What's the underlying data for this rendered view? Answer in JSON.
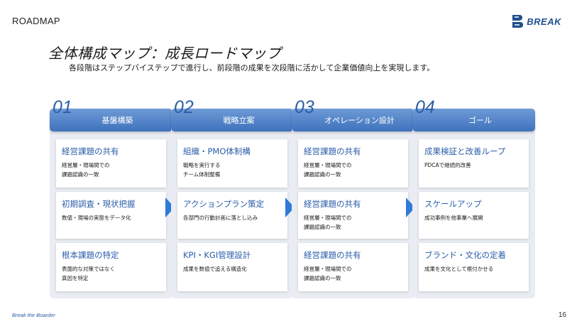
{
  "header": {
    "section_label": "ROADMAP",
    "brand_name": "BREAK"
  },
  "title": "全体構成マップ：成長ロードマップ",
  "subtitle": "各段階はステップバイステップで進行し、前段階の成果を次段階に活かして企業価値向上を実現します。",
  "phases": [
    {
      "number": "01",
      "label": "基盤構築",
      "cards": [
        {
          "title": "経営課題の共有",
          "desc": "経営層・現場間での\n課題認識の一致"
        },
        {
          "title": "初期調査・現状把握",
          "desc": "数値・現場の実態をデータ化"
        },
        {
          "title": "根本課題の特定",
          "desc": "表面的な対策ではなく\n真因を特定"
        }
      ]
    },
    {
      "number": "02",
      "label": "戦略立案",
      "cards": [
        {
          "title": "組織・PMO体制構",
          "desc": "戦略を実行する\nチーム体制整備"
        },
        {
          "title": "アクションプラン策定",
          "desc": "各部門の行動計画に落とし込み"
        },
        {
          "title": "KPI・KGI管理設計",
          "desc": "成果を数値で追える構造化"
        }
      ]
    },
    {
      "number": "03",
      "label": "オペレーション設計",
      "cards": [
        {
          "title": "経営課題の共有",
          "desc": "経営層・現場間での\n課題認識の一致"
        },
        {
          "title": "経営課題の共有",
          "desc": "経営層・現場間での\n課題認識の一致"
        },
        {
          "title": "経営課題の共有",
          "desc": "経営層・現場間での\n課題認識の一致"
        }
      ]
    },
    {
      "number": "04",
      "label": "ゴール",
      "cards": [
        {
          "title": "成果検証と改善ループ",
          "desc": "PDCAで継続的改善"
        },
        {
          "title": "スケールアップ",
          "desc": "成功事例を他事業へ展開"
        },
        {
          "title": "ブランド・文化の定着",
          "desc": "成果を文化として根付かせる"
        }
      ]
    }
  ],
  "footer": {
    "tagline": "Break the Boarder",
    "page_number": "16"
  },
  "colors": {
    "accent": "#2b5ea8",
    "header_gradient_top": "#6e9bd6",
    "header_gradient_bottom": "#3f72bd",
    "arrow": "#2f7ad6",
    "column_bg": "#e9ecf2"
  },
  "icons": {
    "brand": "break-logo-icon",
    "arrow": "chevron-right-icon"
  }
}
